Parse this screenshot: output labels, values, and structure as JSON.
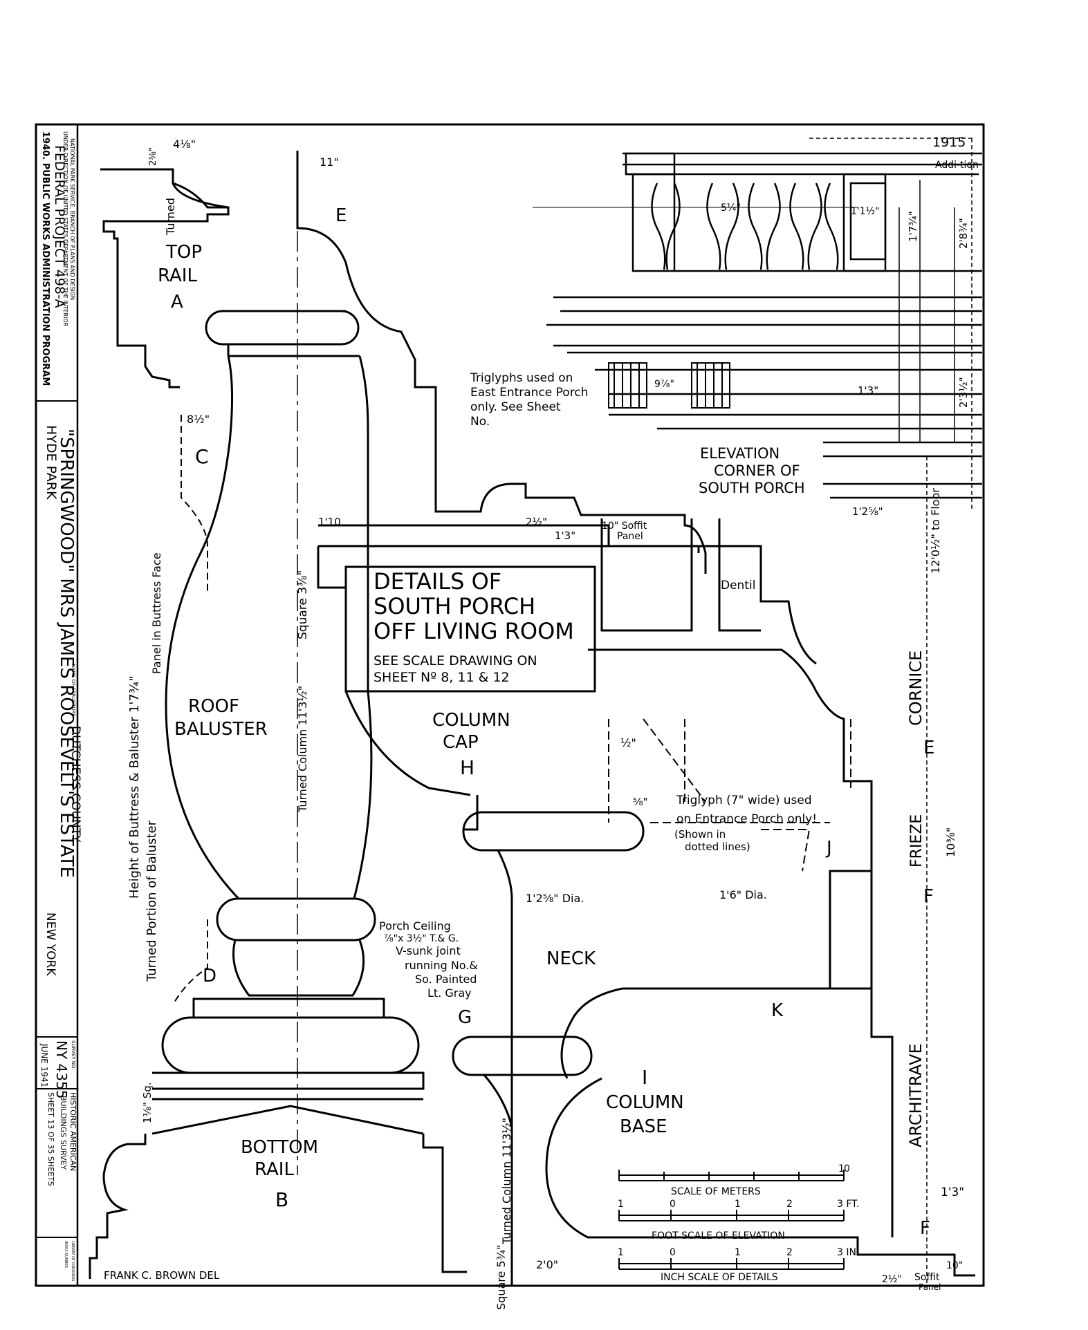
{
  "title_block": {
    "program_line1": "1940. PUBLIC WORKS ADMINISTRATION PROGRAM",
    "program_line2": "FEDERAL PROJECT 498-A",
    "program_line3": "UNDER DIRECTION OF UNITED STATES DEPARTMENT OF THE INTERIOR",
    "program_line4": "NATIONAL PARK SERVICE, BRANCH OF PLANS AND DESIGN",
    "name_of_structure_label": "NAME OF STRUCTURE",
    "structure_name": "\"SPRINGWOOD\" MRS JAMES ROOSEVELT'S ESTATE",
    "location_town": "HYDE PARK",
    "location_county": "DUTCHESS COUNTY",
    "location_state": "NEW YORK",
    "survey_no_label": "SURVEY NO.",
    "survey_no": "NY 4355",
    "survey_date": "JUNE 1941",
    "agency_line1": "HISTORIC AMERICAN",
    "agency_line2": "BUILDINGS SURVEY",
    "sheet_text": "SHEET 13 OF 35 SHEETS",
    "library_stamp_1": "LIBRARY OF CONGRESS",
    "library_stamp_2": "INDEX NUMBER"
  },
  "drawing_title": {
    "line1": "DETAILS OF",
    "line2": "SOUTH PORCH",
    "line3": "OFF LIVING ROOM",
    "note1": "SEE SCALE DRAWING ON",
    "note2": "SHEET Nº 8, 11 & 12"
  },
  "labels": {
    "top_rail_1": "TOP",
    "top_rail_2": "RAIL",
    "top_rail_letter": "A",
    "roof_baluster_1": "ROOF",
    "roof_baluster_2": "BALUSTER",
    "bottom_rail_1": "BOTTOM",
    "bottom_rail_2": "RAIL",
    "bottom_rail_letter": "B",
    "column_cap_1": "COLUMN",
    "column_cap_2": "CAP",
    "column_cap_letter": "H",
    "neck": "NECK",
    "column_base_letter": "I",
    "column_base_1": "COLUMN",
    "column_base_2": "BASE",
    "cornice": "CORNICE",
    "frieze": "FRIEZE",
    "architrave": "ARCHITRAVE",
    "letter_C": "C",
    "letter_D": "D",
    "letter_E": "E",
    "letter_E2": "E",
    "letter_F": "F",
    "letter_F2": "F",
    "letter_G": "G",
    "letter_J": "J",
    "letter_K": "K",
    "dentil": "Dentil",
    "turned": "Turned",
    "panel_in_buttress": "Panel in Buttress Face",
    "height_buttress": "Height of Buttress & Baluster 1'7¾\"",
    "turned_portion": "Turned Portion of Baluster",
    "square_top": "Square 3⅜\"",
    "turned_column": "Turned Column 11'3½\"",
    "turned_column2": "Turned Column 11'3½\"",
    "square_bottom": "Square 5¾\"",
    "porch_ceiling_1": "Porch Ceiling",
    "porch_ceiling_2": "⅞\"x 3½\" T.& G.",
    "porch_ceiling_3": "V-sunk joint",
    "porch_ceiling_4": "running No.&",
    "porch_ceiling_5": "So. Painted",
    "porch_ceiling_6": "Lt. Gray",
    "triglyph_note_1": "Triglyph (7\" wide) used",
    "triglyph_note_2": "on Entrance Porch only!",
    "triglyph_note_3": "(Shown in",
    "triglyph_note_4": "dotted lines)",
    "triglyphs_east_1": "Triglyphs used on",
    "triglyphs_east_2": "East Entrance Porch",
    "triglyphs_east_3": "only. See Sheet",
    "triglyphs_east_4": "No.",
    "elevation_1": "ELEVATION",
    "elevation_2": "CORNER OF",
    "elevation_3": "SOUTH PORCH",
    "year": "1915",
    "addition": "Addi-tion",
    "to_floor": "12'0½\" to Floor",
    "soffit_panel_1": "10\" Soffit",
    "soffit_panel_2": "Panel",
    "soffit_bottom_1": "10\"",
    "soffit_bottom_2": "Soffit",
    "soffit_bottom_3": "Panel",
    "delineator": "FRANK C. BROWN DEL"
  },
  "dimensions": {
    "d_4_1_8": "4⅛\"",
    "d_2_5_8": "2⅜\"",
    "d_11": "11\"",
    "d_8_1_2": "8½\"",
    "d_1_10": "1'10",
    "d_2_1_2": "2½\"",
    "d_1_3": "1'3\"",
    "d_1_2_58": "1'2⅝\" Dia.",
    "d_1_6": "1'6\" Dia.",
    "d_half": "½\"",
    "d_5_8": "⅝\"",
    "d_10_3_8": "10⅜\"",
    "d_1_3_b": "1'3\"",
    "d_1_8_sq": "1⅛\" Sq.",
    "d_2_0": "2'0\"",
    "d_1_3_right": "1'3\"",
    "d_2_1_2_k": "2½\"",
    "d_elev_1_3": "1'3\"",
    "d_elev_1_2_58": "1'2⅝\"",
    "d_1_7_34": "1'7¾\"",
    "d_2_8_34": "2'8¾\"",
    "d_2_3_12": "2'3½\"",
    "d_9_7_8": "9⅞\"",
    "d_1_1_12": "1'1½\"",
    "d_5_1_4": "5¼\""
  },
  "scales": {
    "meters_label": "SCALE OF METERS",
    "meters_end": "1",
    "meters_end2": "0",
    "foot_label": "FOOT SCALE OF ELEVATION",
    "foot_ticks": [
      "1",
      "0",
      "1",
      "2",
      "3 FT."
    ],
    "inch_label": "INCH SCALE OF DETAILS",
    "inch_ticks": [
      "1",
      "0",
      "1",
      "2",
      "3 IN."
    ]
  }
}
